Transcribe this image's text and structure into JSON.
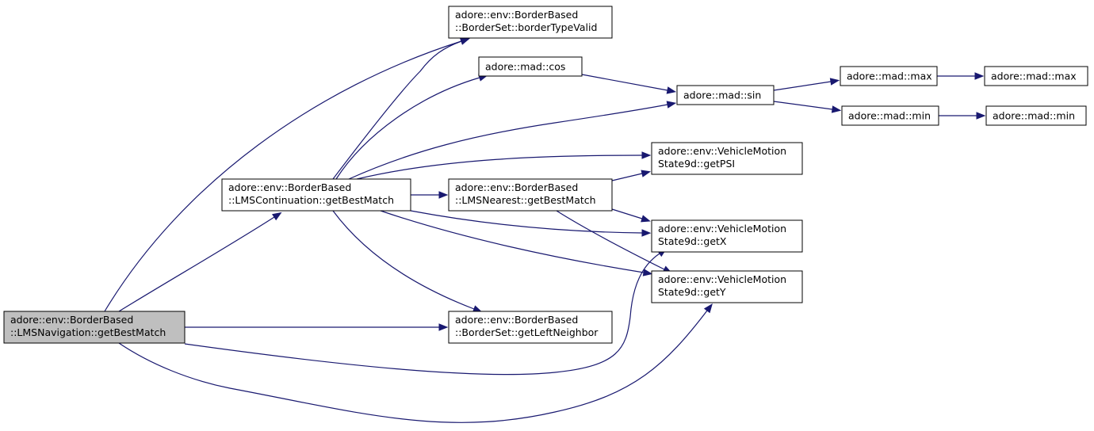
{
  "nodes": [
    {
      "id": "root",
      "lines": [
        "adore::env::BorderBased",
        "::LMSNavigation::getBestMatch"
      ],
      "root": true
    },
    {
      "id": "cont",
      "lines": [
        "adore::env::BorderBased",
        "::LMSContinuation::getBestMatch"
      ]
    },
    {
      "id": "btv",
      "lines": [
        "adore::env::BorderBased",
        "::BorderSet::borderTypeValid"
      ]
    },
    {
      "id": "cos",
      "lines": [
        "adore::mad::cos"
      ]
    },
    {
      "id": "sin",
      "lines": [
        "adore::mad::sin"
      ]
    },
    {
      "id": "max1",
      "lines": [
        "adore::mad::max"
      ]
    },
    {
      "id": "max2",
      "lines": [
        "adore::mad::max"
      ]
    },
    {
      "id": "min1",
      "lines": [
        "adore::mad::min"
      ]
    },
    {
      "id": "min2",
      "lines": [
        "adore::mad::min"
      ]
    },
    {
      "id": "psi",
      "lines": [
        "adore::env::VehicleMotion",
        "State9d::getPSI"
      ]
    },
    {
      "id": "nearest",
      "lines": [
        "adore::env::BorderBased",
        "::LMSNearest::getBestMatch"
      ]
    },
    {
      "id": "getx",
      "lines": [
        "adore::env::VehicleMotion",
        "State9d::getX"
      ]
    },
    {
      "id": "gety",
      "lines": [
        "adore::env::VehicleMotion",
        "State9d::getY"
      ]
    },
    {
      "id": "left",
      "lines": [
        "adore::env::BorderBased",
        "::BorderSet::getLeftNeighbor"
      ]
    }
  ],
  "edges": [
    {
      "from": "root",
      "to": "btv"
    },
    {
      "from": "root",
      "to": "cont"
    },
    {
      "from": "root",
      "to": "left"
    },
    {
      "from": "root",
      "to": "getx"
    },
    {
      "from": "root",
      "to": "gety"
    },
    {
      "from": "cont",
      "to": "btv"
    },
    {
      "from": "cont",
      "to": "cos"
    },
    {
      "from": "cont",
      "to": "sin"
    },
    {
      "from": "cont",
      "to": "psi"
    },
    {
      "from": "cont",
      "to": "nearest"
    },
    {
      "from": "cont",
      "to": "getx"
    },
    {
      "from": "cont",
      "to": "gety"
    },
    {
      "from": "cont",
      "to": "left"
    },
    {
      "from": "cos",
      "to": "sin"
    },
    {
      "from": "sin",
      "to": "max1"
    },
    {
      "from": "sin",
      "to": "min1"
    },
    {
      "from": "max1",
      "to": "max2"
    },
    {
      "from": "min1",
      "to": "min2"
    },
    {
      "from": "nearest",
      "to": "psi"
    },
    {
      "from": "nearest",
      "to": "getx"
    },
    {
      "from": "nearest",
      "to": "gety"
    }
  ]
}
